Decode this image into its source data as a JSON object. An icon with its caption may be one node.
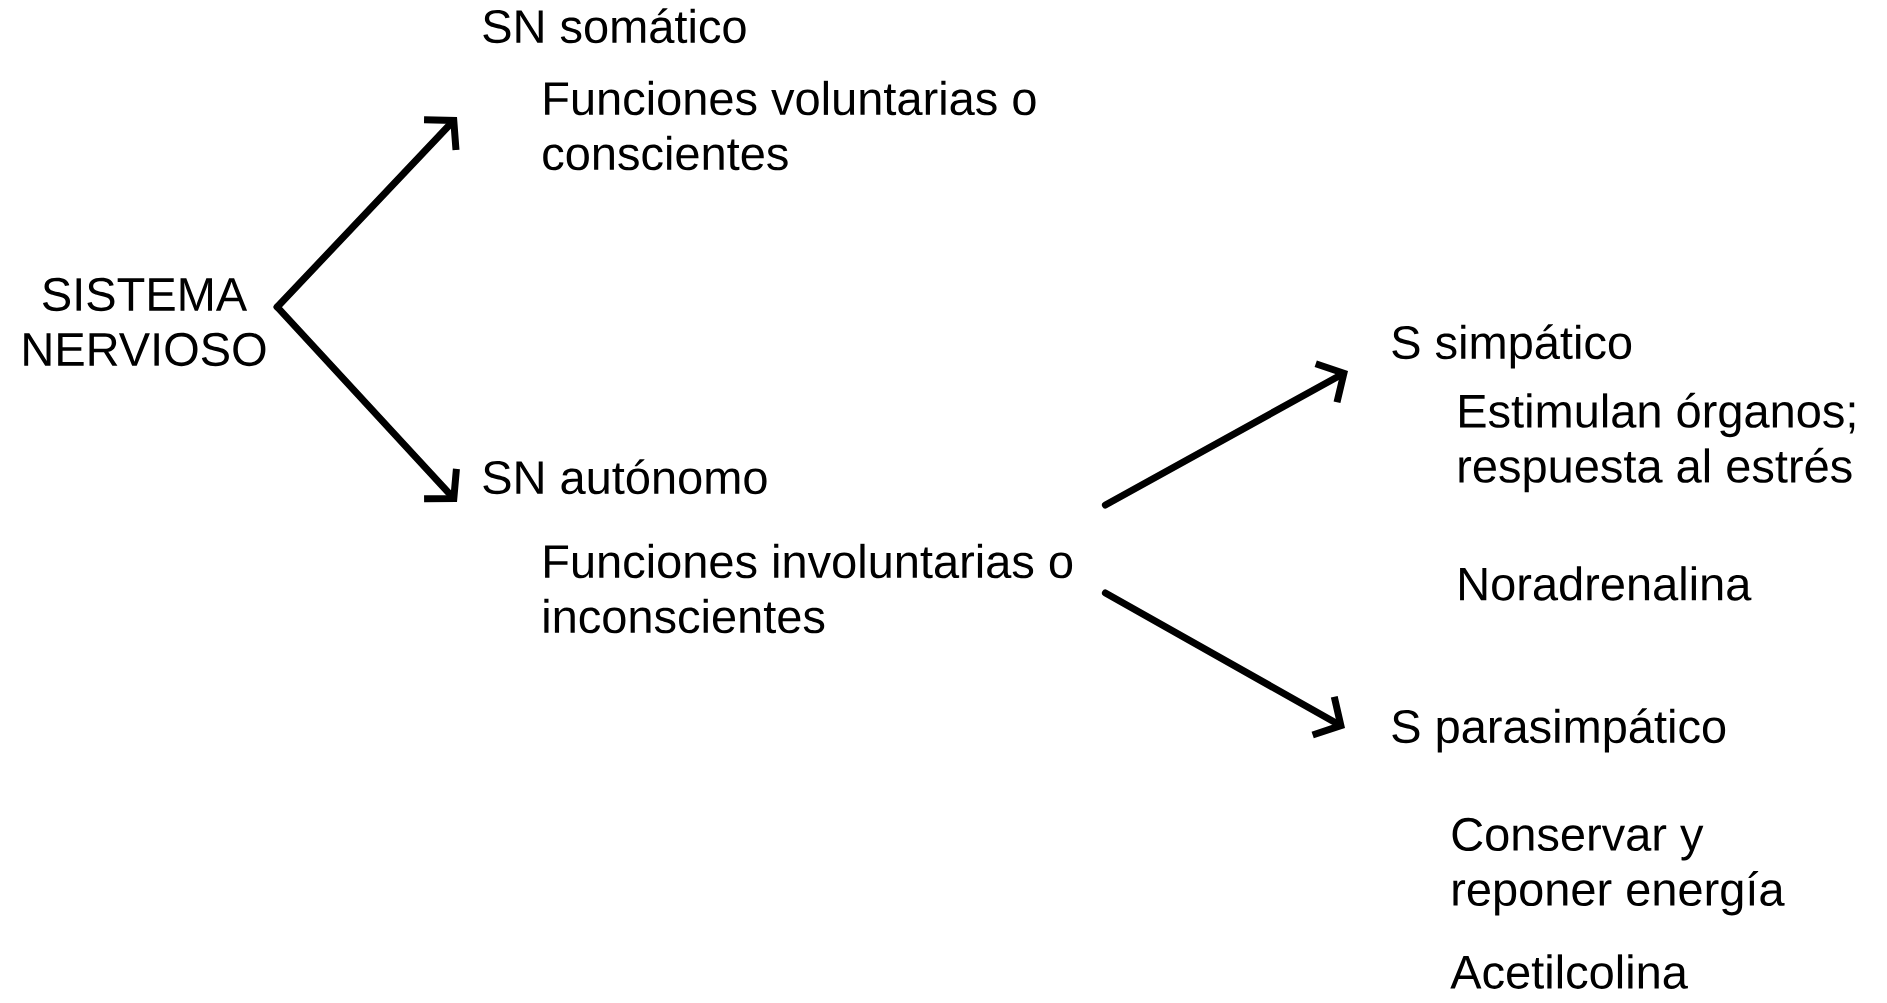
{
  "diagram": {
    "nodes": [
      {
        "text": [
          "SISTEMA NERVIOSO"
        ]
      },
      {
        "text": [
          "SN somático",
          "Funciones voluntarias o conscientes"
        ]
      },
      {
        "text": [
          "SN autónomo",
          "Funciones involuntarias o inconscientes"
        ]
      },
      {
        "text": [
          "S simpático",
          "Estimulan órganos; respuesta al estrés",
          "Noradrenalina"
        ]
      },
      {
        "text": [
          "S parasimpático",
          "Conservar y reponer energía",
          "Acetilcolina"
        ]
      }
    ],
    "edges": [
      {
        "from": 0,
        "to": 1,
        "arrow": "to"
      },
      {
        "from": 0,
        "to": 2,
        "arrow": "to"
      },
      {
        "from": 2,
        "to": 3,
        "arrow": "to"
      },
      {
        "from": 2,
        "to": 4,
        "arrow": "to"
      }
    ]
  }
}
